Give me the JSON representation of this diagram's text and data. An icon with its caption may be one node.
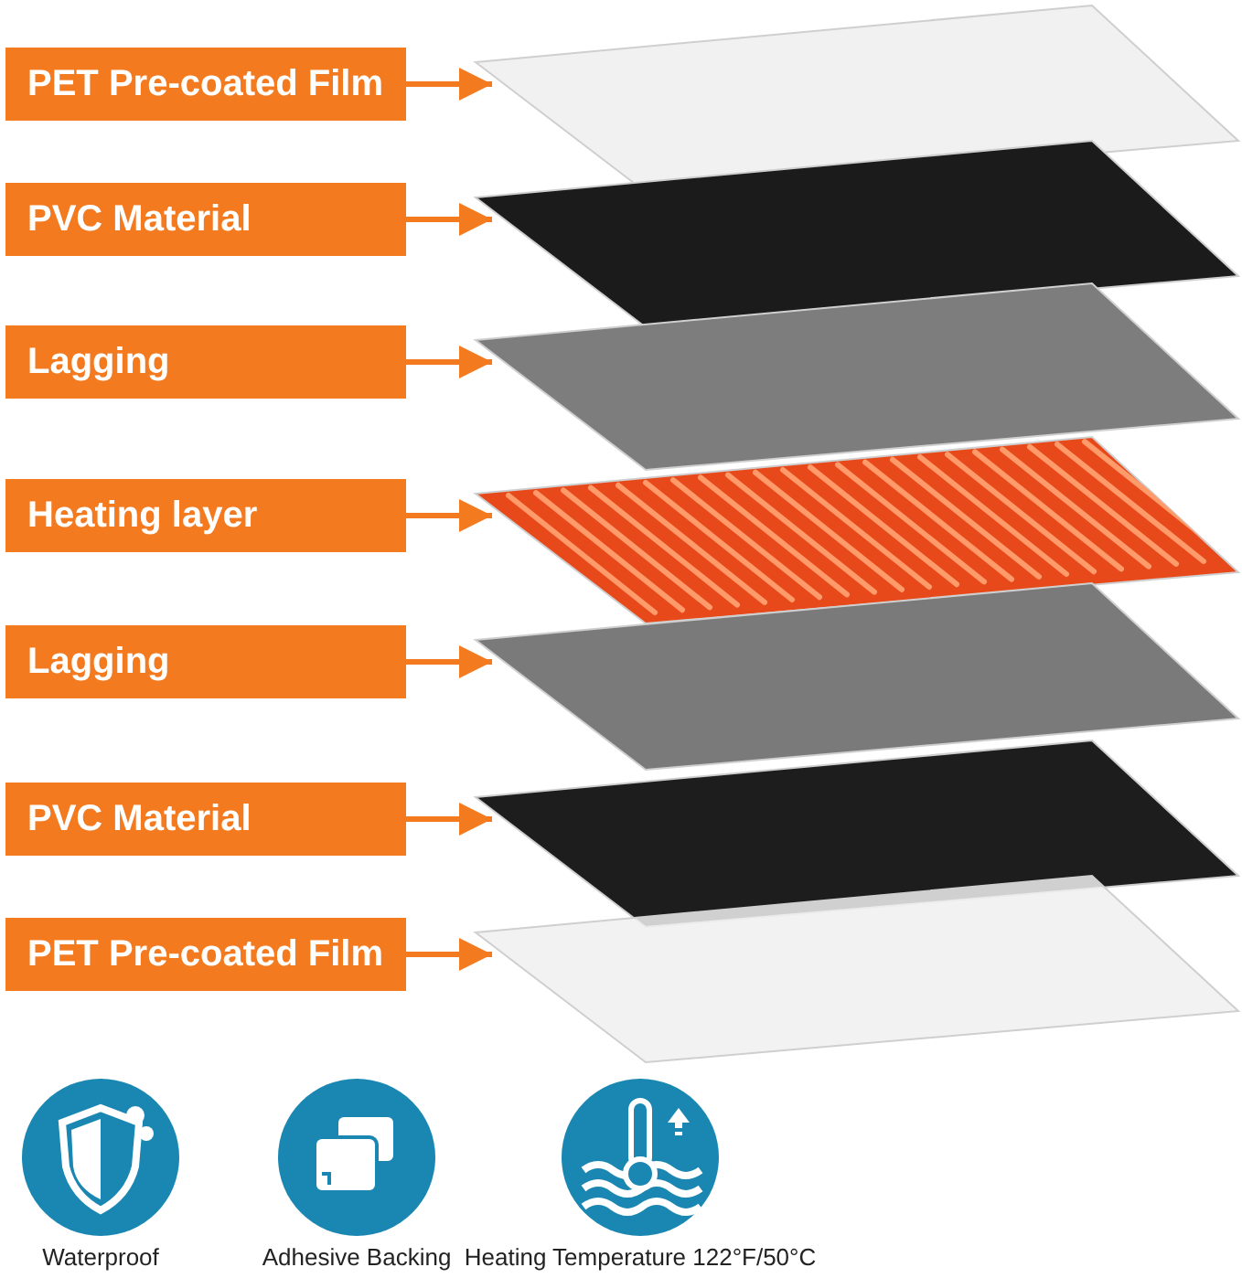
{
  "diagram": {
    "nodes": [
      {
        "text": [
          "PET Pre-coated Film"
        ]
      },
      {
        "text": [
          "PVC Material"
        ]
      },
      {
        "text": [
          "Lagging"
        ]
      },
      {
        "text": [
          "Heating layer"
        ]
      },
      {
        "text": [
          "Lagging"
        ]
      },
      {
        "text": [
          "PVC Material"
        ]
      },
      {
        "text": [
          "PET Pre-coated Film"
        ]
      },
      {
        "text": [],
        "shape": "picture"
      },
      {
        "text": [],
        "shape": "picture"
      },
      {
        "text": [],
        "shape": "picture"
      },
      {
        "text": [],
        "shape": "picture"
      },
      {
        "text": [],
        "shape": "picture"
      },
      {
        "text": [],
        "shape": "picture"
      },
      {
        "text": [],
        "shape": "picture"
      },
      {
        "text": [
          "Waterproof"
        ]
      },
      {
        "text": [
          "Adhesive Backing"
        ]
      },
      {
        "text": [
          "Heating Temperature 122°F/50°C"
        ]
      }
    ],
    "edges": [
      {
        "from": 0,
        "to": 7,
        "arrow": "to"
      },
      {
        "from": 1,
        "to": 8,
        "arrow": "to"
      },
      {
        "from": 2,
        "to": 9,
        "arrow": "to"
      },
      {
        "from": 3,
        "to": 10,
        "arrow": "to"
      },
      {
        "from": 4,
        "to": 11,
        "arrow": "to"
      },
      {
        "from": 5,
        "to": 12,
        "arrow": "to"
      },
      {
        "from": 6,
        "to": 13,
        "arrow": "to"
      }
    ]
  }
}
